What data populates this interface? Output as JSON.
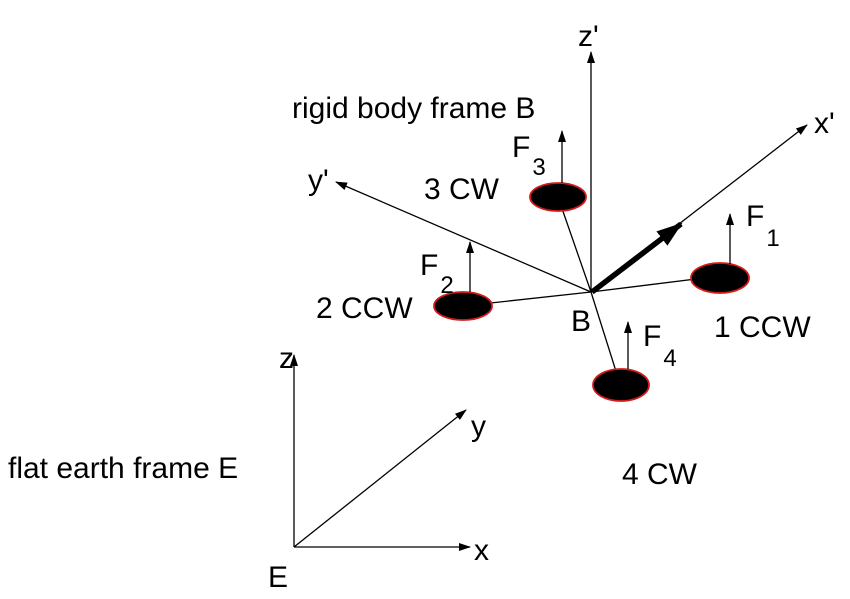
{
  "diagram": {
    "body_frame": {
      "label": "rigid body frame B",
      "origin": "B",
      "axes": {
        "x": "x'",
        "y": "y'",
        "z": "z'"
      }
    },
    "earth_frame": {
      "label": "flat earth frame E",
      "origin": "E",
      "axes": {
        "x": "x",
        "y": "y",
        "z": "z"
      }
    },
    "rotors": [
      {
        "name": "1 CCW",
        "force": "F",
        "force_sub": "1"
      },
      {
        "name": "2 CCW",
        "force": "F",
        "force_sub": "2"
      },
      {
        "name": "3 CW",
        "force": "F",
        "force_sub": "3"
      },
      {
        "name": "4 CW",
        "force": "F",
        "force_sub": "4"
      }
    ],
    "colors": {
      "line": "#000000",
      "rotor_fill": "#000000",
      "rotor_outline": "#d21a1a"
    }
  }
}
